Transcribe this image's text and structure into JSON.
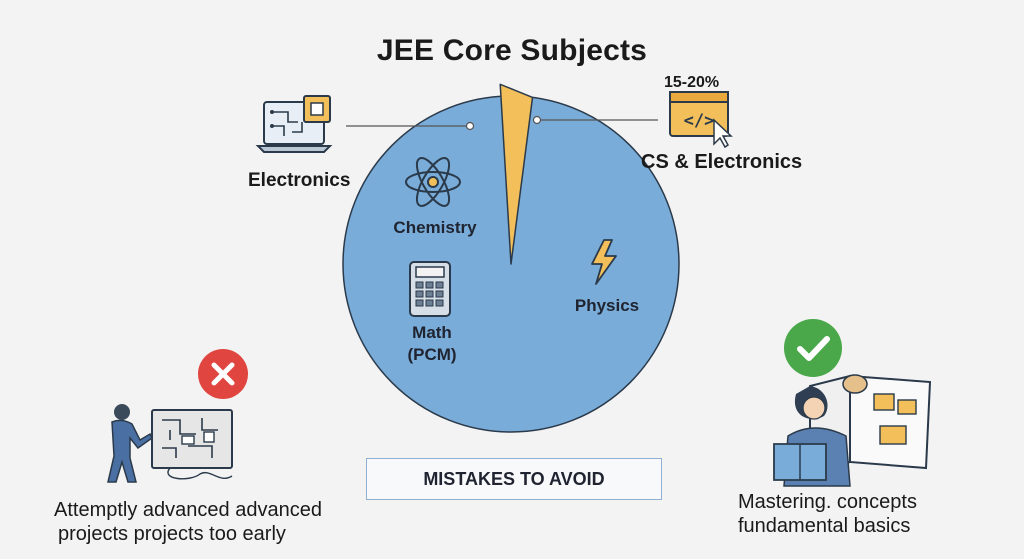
{
  "title": "JEE Core Subjects",
  "chart_data": {
    "type": "pie",
    "slices": [
      {
        "label": "CS & Electronics",
        "annotation": "15-20%",
        "fraction": 0.03,
        "color": "#f3bf5a"
      },
      {
        "label": "Physics",
        "fraction": 0.97,
        "color": "#79acd8"
      }
    ],
    "inner_labels": [
      "Chemistry",
      "Math (PCM)",
      "Physics"
    ]
  },
  "labels": {
    "electronics": "Electronics",
    "cs_electronics": "CS & Electronics",
    "cs_percent": "15-20%",
    "chemistry": "Chemistry",
    "math_line1": "Math",
    "math_line2": "(PCM)",
    "physics": "Physics"
  },
  "mistakes_box": "MISTAKES TO AVOID",
  "bad_caption": {
    "line1": "Attemptly advanced advanced",
    "line2": "projects projects too early"
  },
  "good_caption": {
    "line1": "Mastering. concepts",
    "line2": "fundamental basics"
  },
  "icons": {
    "laptop": "laptop-circuit-icon",
    "code": "code-window-icon",
    "atom": "atom-icon",
    "calculator": "calculator-icon",
    "lightning": "lightning-icon",
    "cross": "cross-badge-icon",
    "check": "check-badge-icon"
  },
  "colors": {
    "pie_blue": "#79acd8",
    "slice_yellow": "#f3bf5a",
    "cross_red": "#e0453f",
    "check_green": "#4aa84a"
  }
}
